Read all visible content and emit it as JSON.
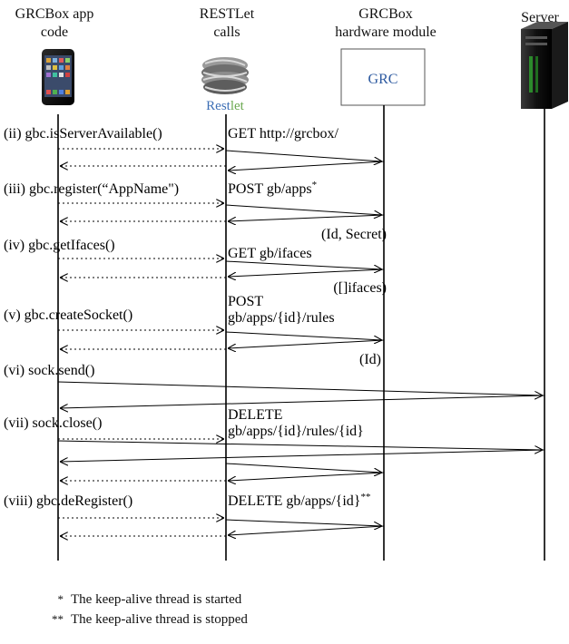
{
  "headers": {
    "app": "GRCBox app\ncode",
    "restlet": "RESTLet\ncalls",
    "hardware": "GRCBox\nhardware module",
    "server": "Server"
  },
  "restlet_logo_text": "Restlet",
  "grc_box_label": "GRC",
  "steps": [
    {
      "label": "(ii) gbc.isServerAvailable()",
      "call": "GET http://grcbox/"
    },
    {
      "label": "(iii) gbc.register(“AppName\")",
      "call": "POST gb/apps",
      "sup": "*",
      "response": "(Id, Secret)"
    },
    {
      "label": "(iv) gbc.getIfaces()",
      "call": "GET gb/ifaces",
      "response": "([]ifaces)"
    },
    {
      "label": "(v) gbc.createSocket()",
      "call_line1": "POST",
      "call_line2": "gb/apps/{id}/rules",
      "response": "(Id)"
    },
    {
      "label": "(vi) sock.send()"
    },
    {
      "label": "(vii) sock.close()",
      "call_line1": "DELETE",
      "call_line2": "gb/apps/{id}/rules/{id}"
    },
    {
      "label": "(viii) gbc.deRegister()",
      "call": "DELETE gb/apps/{id}",
      "sup": "**"
    }
  ],
  "notes": [
    {
      "mark": "*",
      "text": "The keep-alive thread is started"
    },
    {
      "mark": "**",
      "text": "The keep-alive thread is stopped"
    }
  ]
}
